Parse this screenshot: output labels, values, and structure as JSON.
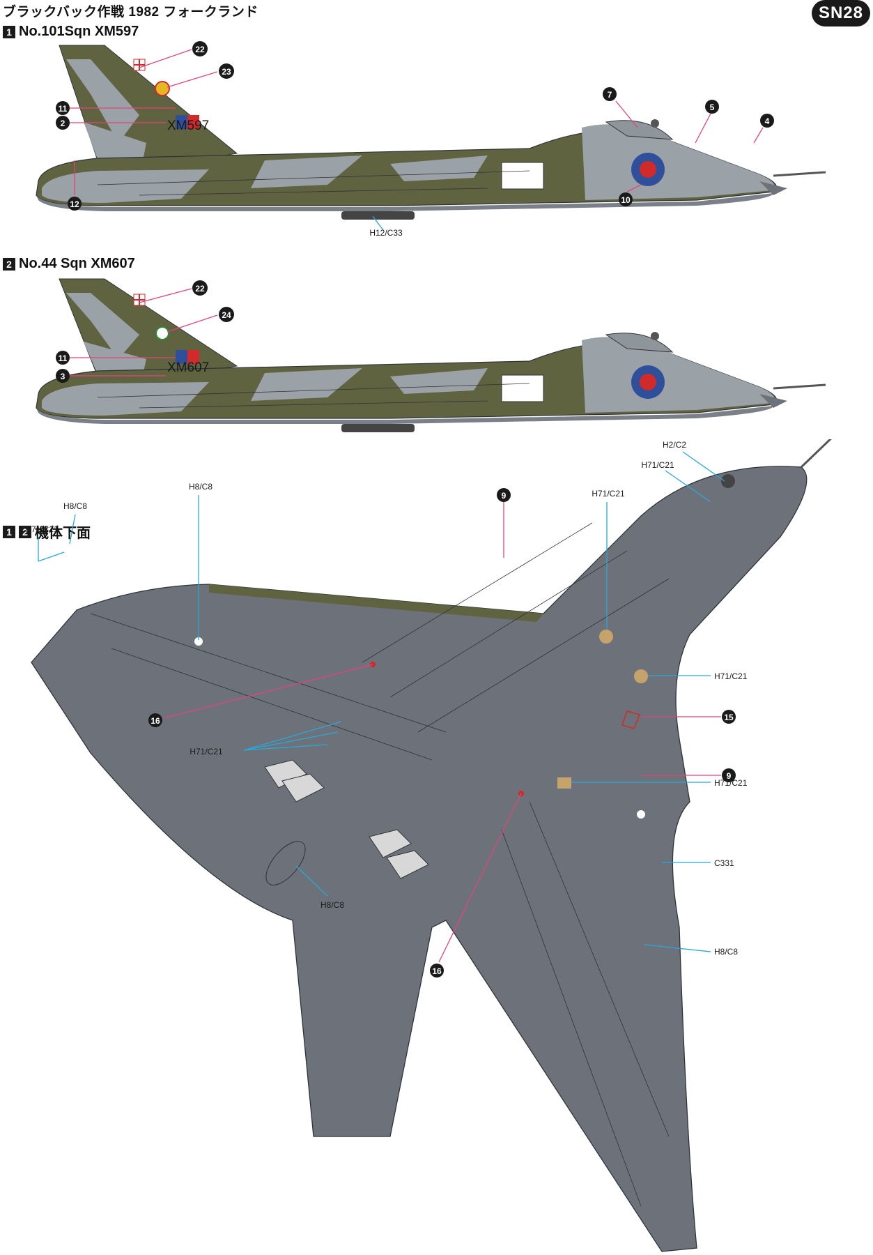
{
  "page": {
    "title": "ブラックバック作戦 1982 フォークランド",
    "code": "SN28"
  },
  "sections": [
    {
      "nums": [
        "1"
      ],
      "label": "No.101Sqn XM597",
      "serial": "XM597"
    },
    {
      "nums": [
        "2"
      ],
      "label": "No.44 Sqn XM607",
      "serial": "XM607"
    },
    {
      "nums": [
        "1",
        "2"
      ],
      "label": "機体下面"
    }
  ],
  "callouts": {
    "n2": "2",
    "n3": "3",
    "n4": "4",
    "n5": "5",
    "n7": "7",
    "n9": "9",
    "n10": "10",
    "n11": "11",
    "n12": "12",
    "n15": "15",
    "n16": "16",
    "n22": "22",
    "n23": "23",
    "n24": "24"
  },
  "paint_labels": {
    "h12_c33": "H12/C33",
    "h2_c2": "H2/C2",
    "h71_c21": "H71/C21",
    "h8_c8": "H8/C8",
    "c331": "C331"
  },
  "colors": {
    "camo_green": "#5f6340",
    "camo_grey": "#9aa2a8",
    "underside": "#6d727a",
    "panel_line": "#2f3338",
    "roundel_blue": "#2f4f9b",
    "roundel_red": "#d12a2a",
    "pink_leader": "#e0457b",
    "cyan_leader": "#2aa7d8"
  }
}
